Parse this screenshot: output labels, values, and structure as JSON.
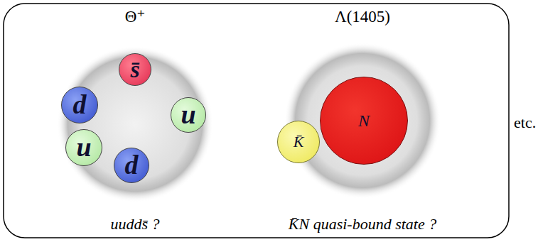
{
  "diagram": {
    "nodes": [
      {
        "text": [
          "Θ⁺",
          "uudds̄ ?"
        ]
      },
      {
        "text": [
          "s̄"
        ],
        "in": 0
      },
      {
        "text": [
          "d"
        ],
        "in": 0
      },
      {
        "text": [
          "u"
        ],
        "in": 0
      },
      {
        "text": [
          "u"
        ],
        "in": 0
      },
      {
        "text": [
          "d"
        ],
        "in": 0
      },
      {
        "text": [
          "Λ(1405)",
          "K̄N quasi-bound state ?"
        ]
      },
      {
        "text": [
          "K̄"
        ],
        "in": 6
      },
      {
        "text": [
          "N"
        ],
        "in": 6
      }
    ],
    "labels": [
      "etc."
    ]
  }
}
